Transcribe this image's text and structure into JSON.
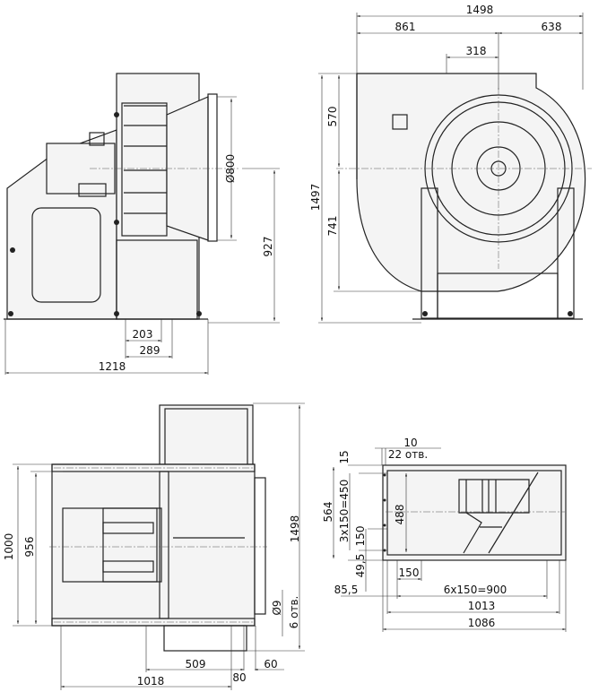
{
  "side_view": {
    "d_inlet": "Ø800",
    "height_axis": "927",
    "d203": "203",
    "d289": "289",
    "length": "1218"
  },
  "front_view": {
    "width": "1498",
    "w861": "861",
    "w638": "638",
    "w318": "318",
    "h570": "570",
    "height": "1497",
    "h741": "741"
  },
  "plan_view": {
    "h1000": "1000",
    "h956": "956",
    "h1498": "1498",
    "hole_d": "Ø9",
    "hole_count": "6 отв.",
    "d509": "509",
    "d60": "60",
    "d80": "80",
    "d1018": "1018"
  },
  "outlet_view": {
    "d10": "10",
    "holes": "22 отв.",
    "d15": "15",
    "d564": "564",
    "d450": "3x150=450",
    "d488": "488",
    "d150v": "150",
    "d49": "49,5",
    "d85": "85,5",
    "d150h": "150",
    "d900": "6x150=900",
    "d1013": "1013",
    "d1086": "1086"
  }
}
